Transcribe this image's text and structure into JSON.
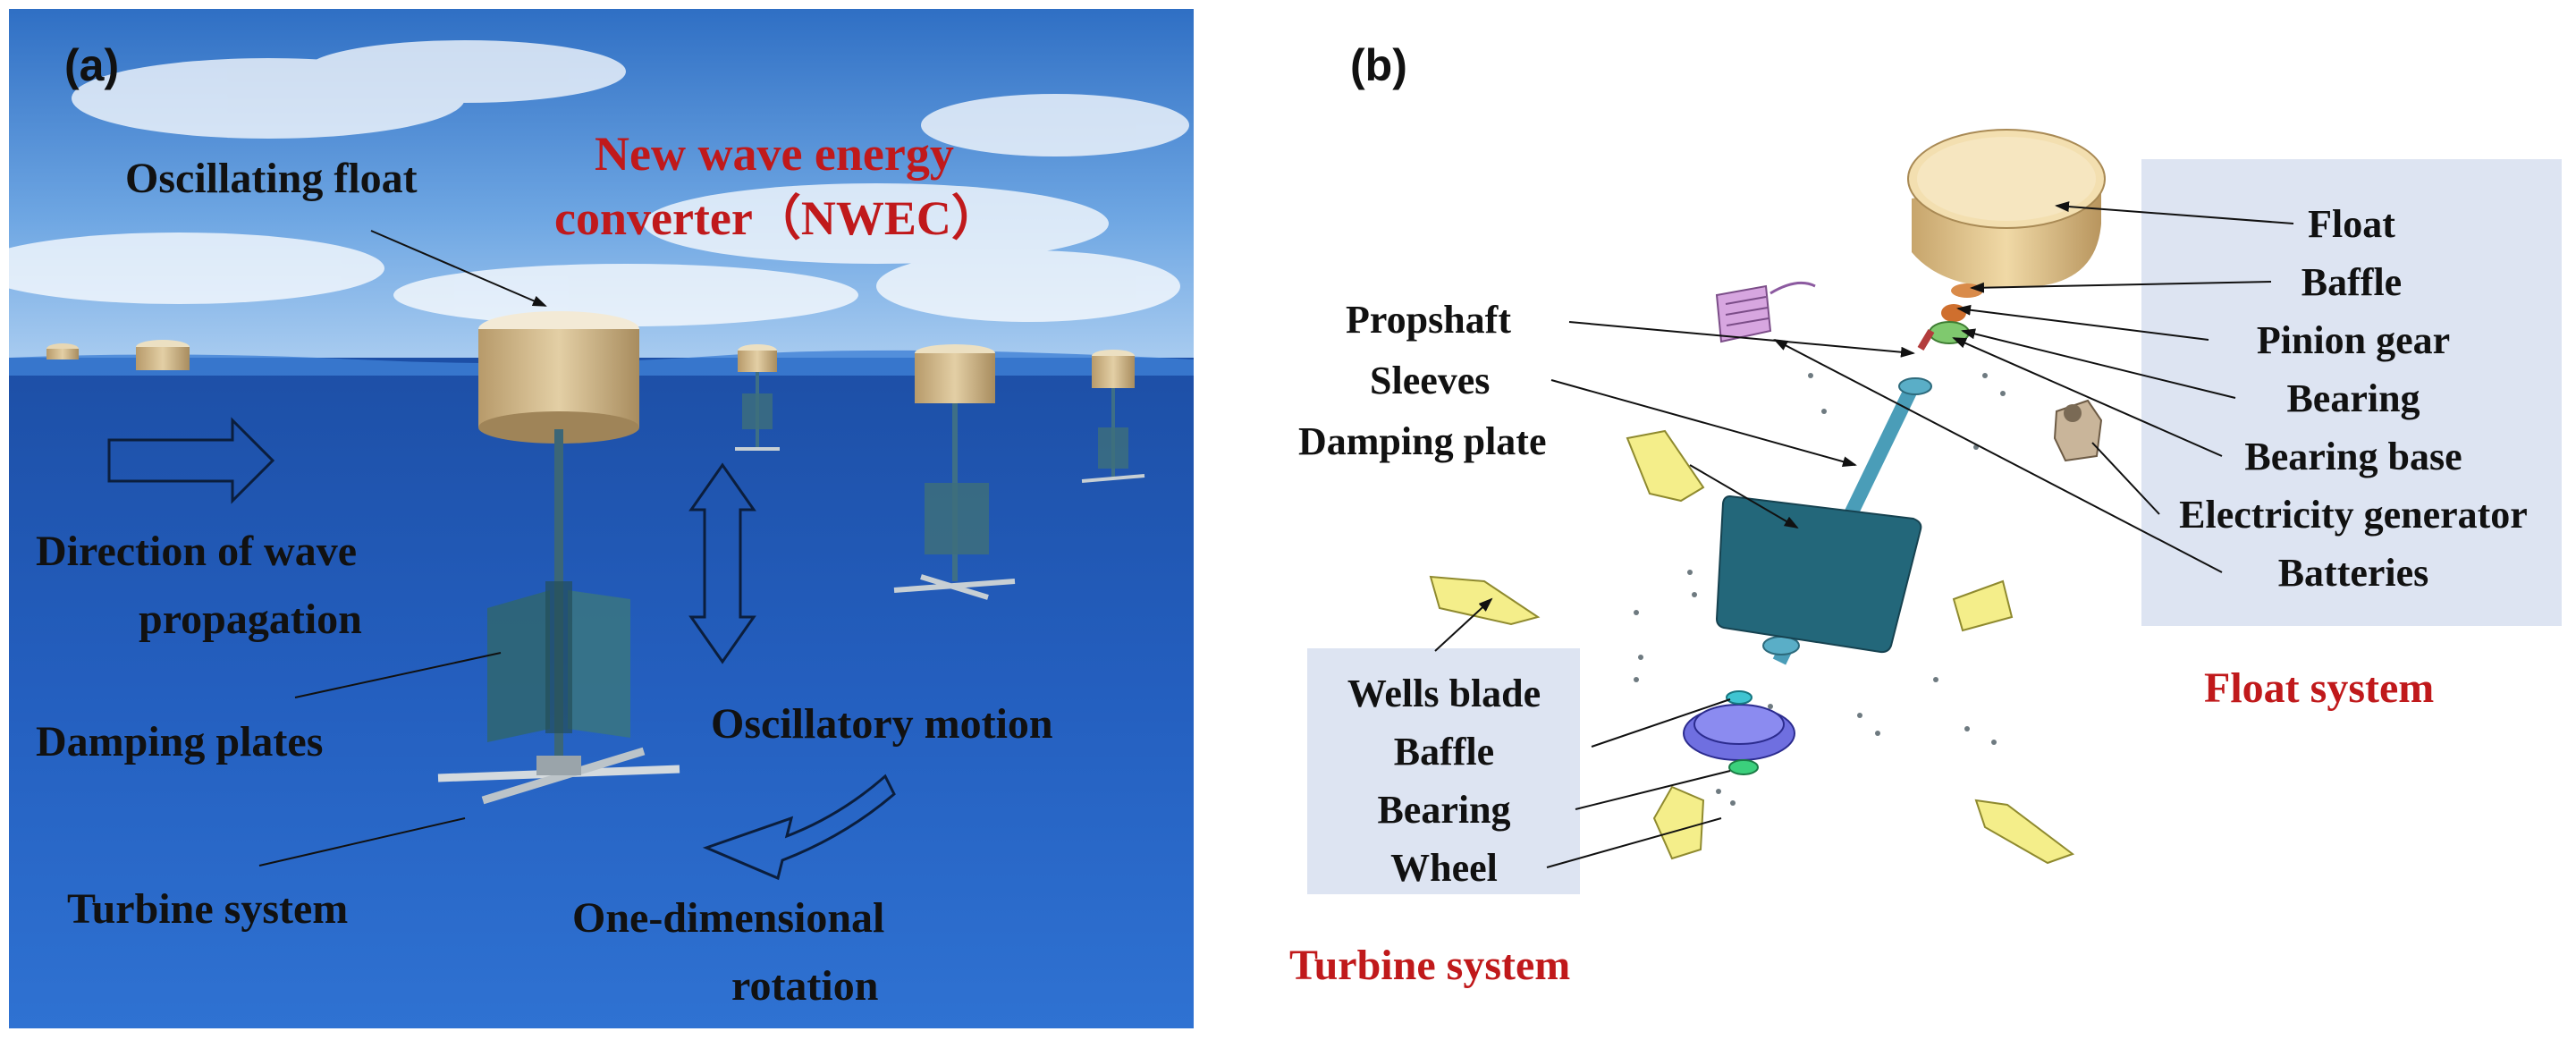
{
  "panel_a": {
    "letter": "(a)",
    "title_line1": "New wave energy",
    "title_line2": "converter（NWEC）",
    "labels": {
      "oscillating_float": "Oscillating float",
      "direction_line1": "Direction of wave",
      "direction_line2": "propagation",
      "damping_plates": "Damping plates",
      "turbine_system": "Turbine system",
      "oscillatory_motion": "Oscillatory motion",
      "rotation_line1": "One-dimensional",
      "rotation_line2": "rotation"
    }
  },
  "panel_b": {
    "letter": "(b)",
    "left_labels": {
      "propshaft": "Propshaft",
      "sleeves": "Sleeves",
      "damping_plate": "Damping plate"
    },
    "float_box": [
      "Float",
      "Baffle",
      "Pinion gear",
      "Bearing",
      "Bearing base",
      "Electricity generator",
      "Batteries"
    ],
    "turbine_box": [
      "Wells blade",
      "Baffle",
      "Bearing",
      "Wheel"
    ],
    "float_system": "Float system",
    "turbine_system": "Turbine system"
  },
  "colors": {
    "title_red": "#c0191b",
    "box_fill": "#dde4f2",
    "sea_top": "#1e5fb5",
    "sea_bottom": "#2b6cc8",
    "sky": "#3f86d6"
  }
}
